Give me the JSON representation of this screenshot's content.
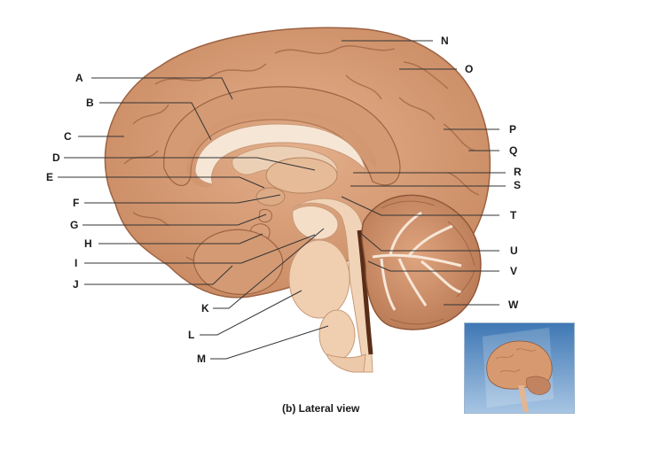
{
  "caption": "(b) Lateral view",
  "labels": {
    "A": "A",
    "B": "B",
    "C": "C",
    "D": "D",
    "E": "E",
    "F": "F",
    "G": "G",
    "H": "H",
    "I": "I",
    "J": "J",
    "K": "K",
    "L": "L",
    "M": "M",
    "N": "N",
    "O": "O",
    "P": "P",
    "Q": "Q",
    "R": "R",
    "S": "S",
    "T": "T",
    "U": "U",
    "V": "V",
    "W": "W"
  },
  "colors": {
    "cortex": "#d9a07a",
    "cortex_dark": "#b5764f",
    "white_matter": "#f3dcc6",
    "corpus_callosum": "#f6e6d6",
    "brainstem": "#f1d4b8",
    "cerebellum": "#cf9470",
    "leader_line": "#333333",
    "inset_bg": "#5a8fc4"
  }
}
